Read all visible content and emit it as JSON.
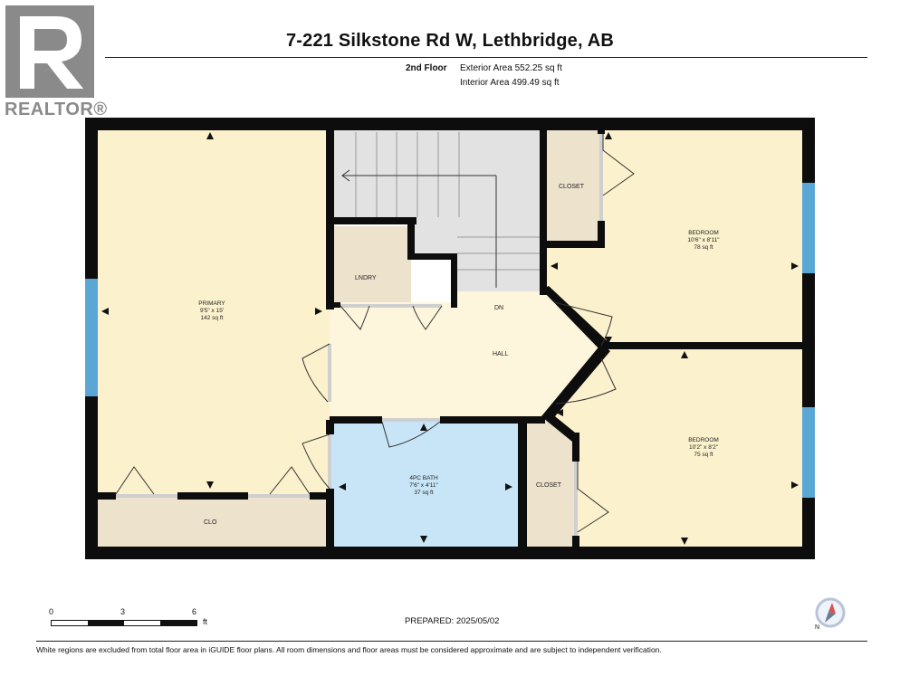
{
  "header": {
    "title": "7-221 Silkstone Rd W, Lethbridge, AB",
    "floor": "2nd Floor",
    "exterior_area": "Exterior Area 552.25 sq ft",
    "interior_area": "Interior Area 499.49 sq ft"
  },
  "logo": {
    "text": "REALTOR®"
  },
  "rooms": {
    "primary": {
      "name": "PRIMARY",
      "dims": "9'5\" x 15'",
      "area": "142 sq ft"
    },
    "bedroom1": {
      "name": "BEDROOM",
      "dims": "10'6\" x 8'11\"",
      "area": "78 sq ft"
    },
    "bedroom2": {
      "name": "BEDROOM",
      "dims": "10'2\" x 8'2\"",
      "area": "75 sq ft"
    },
    "bath": {
      "name": "4PC BATH",
      "dims": "7'6\" x 4'11\"",
      "area": "37 sq ft"
    },
    "hall": {
      "name": "HALL"
    },
    "dn": {
      "name": "DN"
    },
    "lndry": {
      "name": "LNDRY"
    },
    "clo": {
      "name": "CLO"
    },
    "closet1": {
      "name": "CLOSET"
    },
    "closet2": {
      "name": "CLOSET"
    }
  },
  "scale": {
    "labels": [
      "0",
      "3",
      "6"
    ],
    "unit": "ft"
  },
  "prepared": "PREPARED: 2025/05/02",
  "compass": {
    "label": "N"
  },
  "footer": "White regions are excluded from total floor area in iGUIDE floor plans. All room dimensions and floor areas must be considered approximate and are subject to independent verification.",
  "colors": {
    "wall": "#0d0d0d",
    "room_fill": "#fbf1cc",
    "hall_fill": "#fdf6dc",
    "closet_fill": "#ede2cc",
    "bath_fill": "#c7e5f7",
    "stair_fill": "#e2e2e2",
    "window": "#5aa7d6"
  }
}
